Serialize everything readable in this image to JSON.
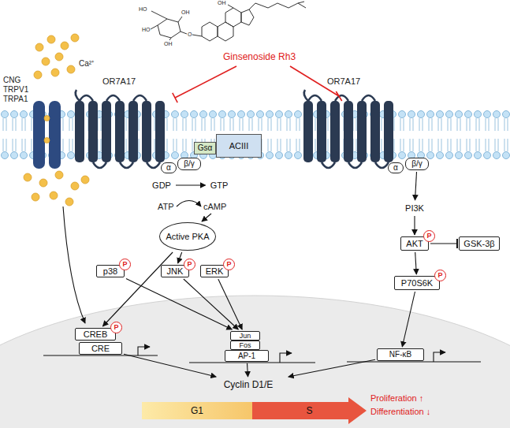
{
  "diagram": {
    "nodes": [
      {
        "text": [
          "Gsα"
        ]
      },
      {
        "text": [
          "ACIII"
        ]
      },
      {
        "text": [
          "α"
        ]
      },
      {
        "text": [
          "β/γ"
        ]
      },
      {
        "text": [
          "GDP"
        ]
      },
      {
        "text": [
          "GTP"
        ]
      },
      {
        "text": [
          "Active PKA"
        ]
      },
      {
        "text": [
          "p38"
        ]
      },
      {
        "text": [
          "P"
        ],
        "in": 7
      },
      {
        "text": [
          "JNK"
        ]
      },
      {
        "text": [
          "P"
        ],
        "in": 9
      },
      {
        "text": [
          "ERK"
        ]
      },
      {
        "text": [
          "P"
        ],
        "in": 11
      },
      {
        "text": [
          "α"
        ]
      },
      {
        "text": [
          "β/γ"
        ]
      },
      {
        "text": [
          "PI3K"
        ]
      },
      {
        "text": [
          "AKT"
        ]
      },
      {
        "text": [
          "P"
        ],
        "in": 16
      },
      {
        "text": [
          "GSK-3β"
        ]
      },
      {
        "text": [
          "P70S6K"
        ]
      },
      {
        "text": [
          "P"
        ],
        "in": 19
      },
      {
        "text": [
          "CREB"
        ]
      },
      {
        "text": [
          "P"
        ],
        "in": 21
      },
      {
        "text": [
          "CRE"
        ]
      },
      {
        "text": [
          "Jun"
        ]
      },
      {
        "text": [
          "Fos"
        ]
      },
      {
        "text": [
          "AP-1"
        ]
      },
      {
        "text": [
          "NF-κB"
        ]
      },
      {
        "text": [
          "Cyclin D1/E"
        ]
      },
      {
        "text": [
          "G1"
        ]
      },
      {
        "text": [
          "S"
        ]
      }
    ],
    "edges": [
      {
        "from": 4,
        "to": 5,
        "arrow": "to"
      },
      {
        "from": 6,
        "to": 21,
        "arrow": "to"
      },
      {
        "from": 6,
        "to": 9,
        "arrow": "to"
      },
      {
        "from": 7,
        "to": 24,
        "arrow": "to"
      },
      {
        "from": 9,
        "to": 24,
        "arrow": "to"
      },
      {
        "from": 11,
        "to": 24,
        "arrow": "to"
      },
      {
        "from": 14,
        "to": 15,
        "arrow": "to"
      },
      {
        "from": 15,
        "to": 16,
        "arrow": "to"
      },
      {
        "from": 16,
        "to": 18,
        "arrow": "to"
      },
      {
        "from": 16,
        "to": 19,
        "arrow": "to"
      },
      {
        "from": 19,
        "to": 27,
        "arrow": "to"
      },
      {
        "from": 23,
        "to": 28,
        "arrow": "to"
      },
      {
        "from": 26,
        "to": 28,
        "arrow": "to"
      },
      {
        "from": 27,
        "to": 28,
        "arrow": "to"
      }
    ],
    "labels": [
      "Ginsenoside Rh3",
      "HO",
      "HO",
      "OH",
      "OH",
      "O",
      "OH",
      "CNG",
      "TRPV1",
      "TRPA1",
      "Ca²⁺",
      "OR7A17",
      "OR7A17",
      "ATP",
      "cAMP",
      "Proliferation ↑",
      "Differentiation ↓"
    ]
  }
}
